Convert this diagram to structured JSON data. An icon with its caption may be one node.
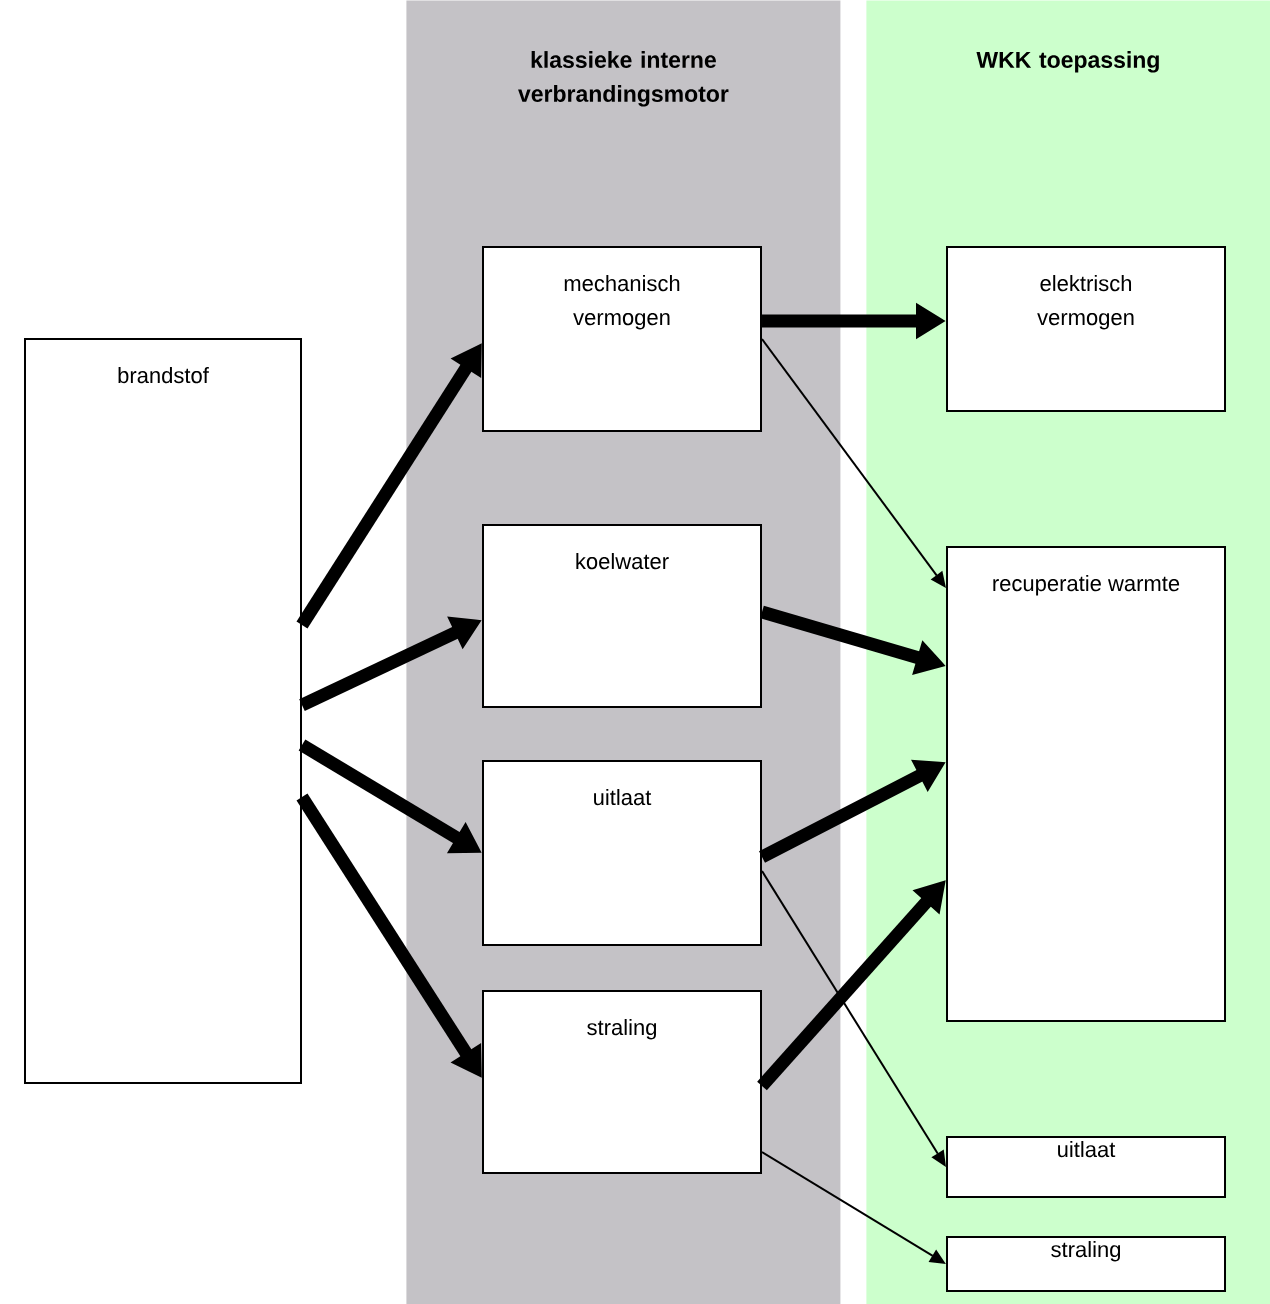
{
  "diagram": {
    "nodes": [
      {
        "text": [
          "brandstof"
        ]
      },
      {
        "text": [
          "klassieke interne verbrandingsmotor"
        ]
      },
      {
        "text": [
          "mechanisch vermogen"
        ],
        "in": 1
      },
      {
        "text": [
          "koelwater"
        ],
        "in": 1
      },
      {
        "text": [
          "uitlaat"
        ],
        "in": 1
      },
      {
        "text": [
          "straling"
        ],
        "in": 1
      },
      {
        "text": [
          "WKK toepassing"
        ]
      },
      {
        "text": [
          "elektrisch vermogen"
        ],
        "in": 6
      },
      {
        "text": [
          "recuperatie warmte"
        ],
        "in": 6
      },
      {
        "text": [
          "uitlaat"
        ],
        "in": 6
      },
      {
        "text": [
          "straling"
        ],
        "in": 6
      }
    ],
    "edges": [
      {
        "from": 0,
        "to": 2,
        "arrow": "to"
      },
      {
        "from": 0,
        "to": 3,
        "arrow": "to"
      },
      {
        "from": 0,
        "to": 4,
        "arrow": "to"
      },
      {
        "from": 0,
        "to": 5,
        "arrow": "to"
      },
      {
        "from": 2,
        "to": 7,
        "arrow": "to"
      },
      {
        "from": 2,
        "to": 8,
        "arrow": "to"
      },
      {
        "from": 3,
        "to": 8,
        "arrow": "to"
      },
      {
        "from": 4,
        "to": 8,
        "arrow": "to"
      },
      {
        "from": 4,
        "to": 9,
        "arrow": "to"
      },
      {
        "from": 5,
        "to": 8,
        "arrow": "to"
      },
      {
        "from": 5,
        "to": 10,
        "arrow": "to"
      }
    ]
  }
}
